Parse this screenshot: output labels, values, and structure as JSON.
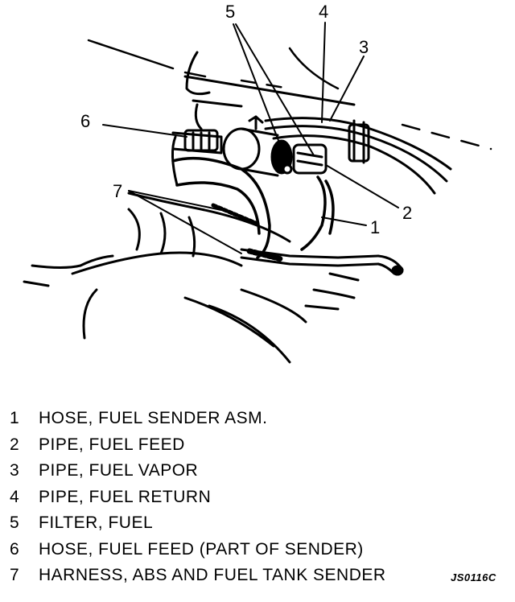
{
  "diagram": {
    "callouts": [
      "5",
      "4",
      "3",
      "6",
      "7",
      "2",
      "1"
    ]
  },
  "legend": [
    {
      "number": "1",
      "text": "HOSE, FUEL SENDER ASM."
    },
    {
      "number": "2",
      "text": "PIPE, FUEL FEED"
    },
    {
      "number": "3",
      "text": "PIPE, FUEL VAPOR"
    },
    {
      "number": "4",
      "text": "PIPE, FUEL RETURN"
    },
    {
      "number": "5",
      "text": "FILTER, FUEL"
    },
    {
      "number": "6",
      "text": "HOSE, FUEL FEED (PART OF SENDER)"
    },
    {
      "number": "7",
      "text": "HARNESS, ABS AND FUEL TANK SENDER"
    }
  ],
  "figure_code": "JS0116C"
}
